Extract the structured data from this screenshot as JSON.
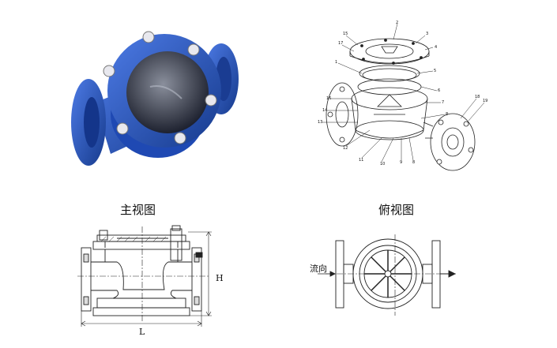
{
  "captions": {
    "front_view": "主视图",
    "top_view": "俯视图"
  },
  "dimensions": {
    "height_label": "H",
    "length_label": "L"
  },
  "flow_label": "流向",
  "colors": {
    "valve_blue": "#2a55c8",
    "valve_dark": "#163a8c",
    "line": "#222222"
  },
  "icons": {
    "flow_arrow": "arrow-right-icon"
  }
}
